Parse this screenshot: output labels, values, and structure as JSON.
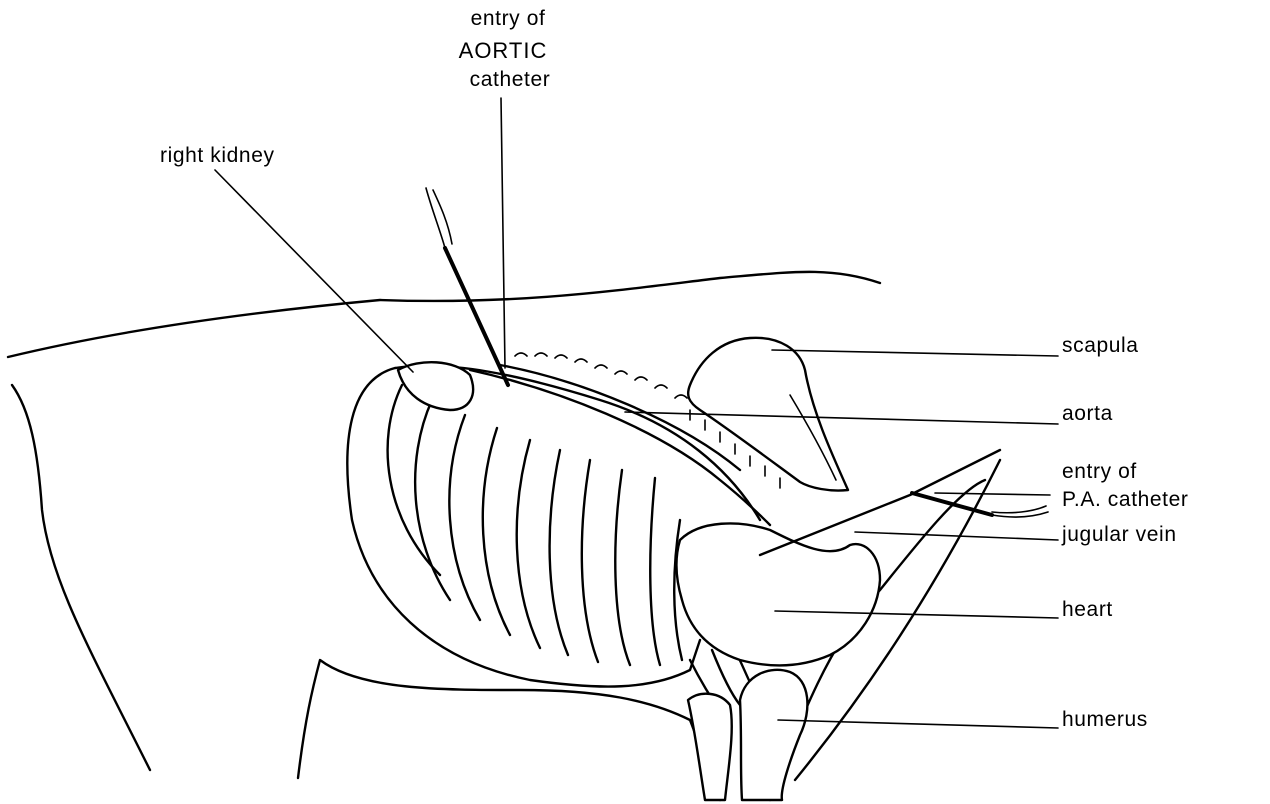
{
  "diagram": {
    "labels": {
      "aortic_entry_line1": "entry  of",
      "aortic_entry_line2": "AORTIC",
      "aortic_entry_line3": "catheter",
      "right_kidney": "right kidney",
      "scapula": "scapula",
      "aorta": "aorta",
      "pa_entry_line1": "entry of",
      "pa_entry_line2": "P.A. catheter",
      "jugular_vein": "jugular vein",
      "heart": "heart",
      "humerus": "humerus"
    },
    "line_color": "#000000",
    "background": "#ffffff"
  }
}
